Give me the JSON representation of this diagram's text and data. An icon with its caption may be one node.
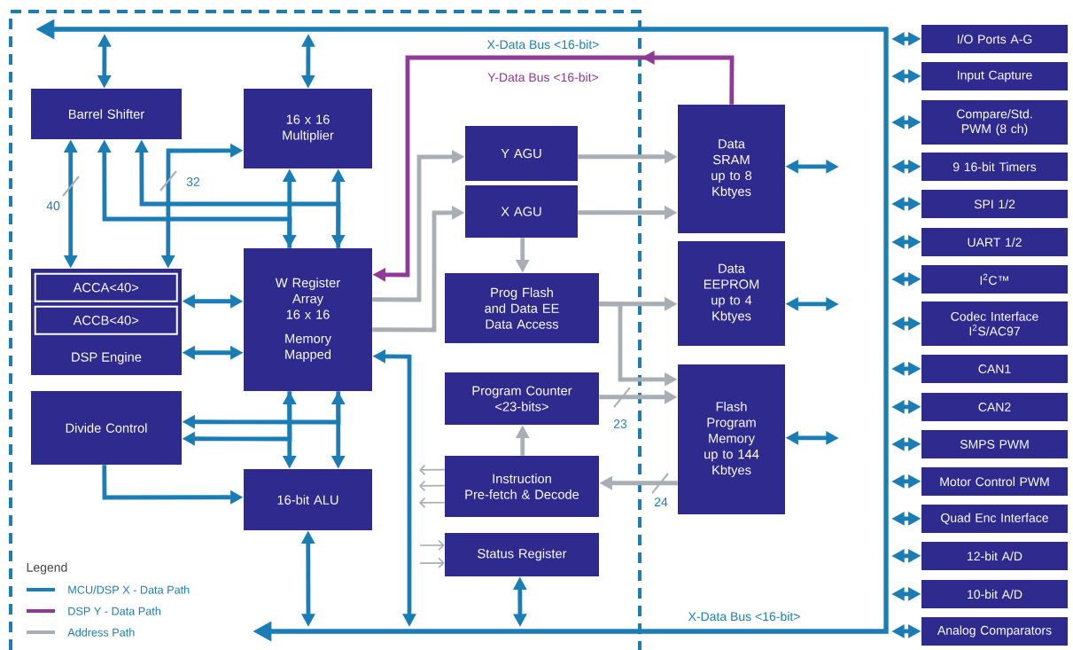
{
  "diagram": {
    "nodes": [
      {
        "text": [
          "Barrel Shifter"
        ]
      },
      {
        "text": [
          "16 x 16 Multiplier"
        ]
      },
      {
        "text": [
          "Y AGU"
        ]
      },
      {
        "text": [
          "X AGU"
        ]
      },
      {
        "text": [
          "Data SRAM up to 8 Kbtyes"
        ]
      },
      {
        "text": [
          "DSP Engine"
        ]
      },
      {
        "text": [
          "ACCA<40>"
        ],
        "in": 5
      },
      {
        "text": [
          "ACCB<40>"
        ],
        "in": 5
      },
      {
        "text": [
          "W Register Array 16 x 16",
          "Memory Mapped"
        ]
      },
      {
        "text": [
          "Prog Flash and Data EE Data Access"
        ]
      },
      {
        "text": [
          "Data EEPROM up to 4 Kbtyes"
        ]
      },
      {
        "text": [
          "Program Counter <23-bits>"
        ]
      },
      {
        "text": [
          "Divide Control"
        ]
      },
      {
        "text": [
          "Flash Program Memory up to 144 Kbtyes"
        ]
      },
      {
        "text": [
          "Instruction Pre-fetch & Decode"
        ]
      },
      {
        "text": [
          "16-bit ALU"
        ]
      },
      {
        "text": [
          "Status Register"
        ]
      },
      {
        "text": [
          "I/O Ports A-G"
        ]
      },
      {
        "text": [
          "Input Capture"
        ]
      },
      {
        "text": [
          "Compare/Std. PWM (8 ch)"
        ]
      },
      {
        "text": [
          "9 16-bit Timers"
        ]
      },
      {
        "text": [
          "SPI 1/2"
        ]
      },
      {
        "text": [
          "UART 1/2"
        ]
      },
      {
        "text": [
          "I$^{2}$C™"
        ]
      },
      {
        "text": [
          "Codec Interface I$^{2}$S/AC97"
        ]
      },
      {
        "text": [
          "CAN1"
        ]
      },
      {
        "text": [
          "CAN2"
        ]
      },
      {
        "text": [
          "SMPS PWM"
        ]
      },
      {
        "text": [
          "Motor Control PWM"
        ]
      },
      {
        "text": [
          "Quad Enc Interface"
        ]
      },
      {
        "text": [
          "12-bit A/D"
        ]
      },
      {
        "text": [
          "10-bit A/D"
        ]
      },
      {
        "text": [
          "Analog Comparators"
        ]
      }
    ],
    "edges": [
      {
        "from": null,
        "to": 0,
        "arrow": "both"
      },
      {
        "from": null,
        "to": 1,
        "arrow": "both"
      },
      {
        "from": 0,
        "to": 5,
        "arrow": "both",
        "label": "40"
      },
      {
        "from": 8,
        "to": 0,
        "arrow": "to"
      },
      {
        "from": 8,
        "to": 0,
        "arrow": "to"
      },
      {
        "from": 1,
        "to": 8,
        "arrow": "both"
      },
      {
        "from": 1,
        "to": 8,
        "arrow": "both"
      },
      {
        "from": 5,
        "to": 1,
        "arrow": "both",
        "label": "32"
      },
      {
        "from": 5,
        "to": 8,
        "arrow": "both"
      },
      {
        "from": 5,
        "to": 8,
        "arrow": "both"
      },
      {
        "from": 8,
        "to": 15,
        "arrow": "both"
      },
      {
        "from": 8,
        "to": 15,
        "arrow": "both"
      },
      {
        "from": 8,
        "to": 12,
        "arrow": "to"
      },
      {
        "from": 8,
        "to": 12,
        "arrow": "to"
      },
      {
        "from": 12,
        "to": 15,
        "arrow": "to"
      },
      {
        "from": 15,
        "to": null,
        "arrow": "both"
      },
      {
        "from": null,
        "to": 8,
        "arrow": "both"
      },
      {
        "from": 16,
        "to": null,
        "arrow": "both"
      },
      {
        "from": 8,
        "to": 2,
        "arrow": "to",
        "color": "#a9aeb4"
      },
      {
        "from": 8,
        "to": 3,
        "arrow": "to",
        "color": "#a9aeb4"
      },
      {
        "from": 2,
        "to": 4,
        "arrow": "to",
        "color": "#a9aeb4"
      },
      {
        "from": 3,
        "to": 4,
        "arrow": "to",
        "color": "#a9aeb4"
      },
      {
        "from": 3,
        "to": 9,
        "arrow": "to",
        "color": "#a9aeb4"
      },
      {
        "from": 9,
        "to": 10,
        "arrow": "to",
        "color": "#a9aeb4"
      },
      {
        "from": 9,
        "to": 13,
        "arrow": "to",
        "color": "#a9aeb4"
      },
      {
        "from": 11,
        "to": 13,
        "arrow": "to",
        "color": "#a9aeb4",
        "label": "23"
      },
      {
        "from": 13,
        "to": 14,
        "arrow": "to",
        "color": "#a9aeb4",
        "label": "24"
      },
      {
        "from": 14,
        "to": 11,
        "arrow": "to",
        "color": "#a9aeb4"
      },
      {
        "from": 14,
        "to": null,
        "arrow": "to",
        "color": "#a9aeb4"
      },
      {
        "from": 14,
        "to": null,
        "arrow": "to",
        "color": "#a9aeb4"
      },
      {
        "from": 14,
        "to": null,
        "arrow": "to",
        "color": "#a9aeb4"
      },
      {
        "from": null,
        "to": 16,
        "arrow": "to",
        "color": "#a9aeb4"
      },
      {
        "from": null,
        "to": 16,
        "arrow": "to",
        "color": "#a9aeb4"
      },
      {
        "from": 4,
        "to": 8,
        "arrow": "to",
        "color": "#8e3a96",
        "label": "Y-Data Bus <16-bit>"
      },
      {
        "from": 4,
        "to": null,
        "arrow": "both"
      },
      {
        "from": 10,
        "to": null,
        "arrow": "both"
      },
      {
        "from": 13,
        "to": null,
        "arrow": "both"
      },
      {
        "from": null,
        "to": 17,
        "arrow": "both"
      },
      {
        "from": null,
        "to": 18,
        "arrow": "both"
      },
      {
        "from": null,
        "to": 19,
        "arrow": "both"
      },
      {
        "from": null,
        "to": 20,
        "arrow": "both"
      },
      {
        "from": null,
        "to": 21,
        "arrow": "both"
      },
      {
        "from": null,
        "to": 22,
        "arrow": "both"
      },
      {
        "from": null,
        "to": 23,
        "arrow": "both"
      },
      {
        "from": null,
        "to": 24,
        "arrow": "both"
      },
      {
        "from": null,
        "to": 25,
        "arrow": "both"
      },
      {
        "from": null,
        "to": 26,
        "arrow": "both"
      },
      {
        "from": null,
        "to": 27,
        "arrow": "both"
      },
      {
        "from": null,
        "to": 28,
        "arrow": "both"
      },
      {
        "from": null,
        "to": 29,
        "arrow": "both"
      },
      {
        "from": null,
        "to": 30,
        "arrow": "both"
      },
      {
        "from": null,
        "to": 31,
        "arrow": "both"
      },
      {
        "from": null,
        "to": 32,
        "arrow": "both"
      }
    ],
    "labels": [
      "X-Data Bus <16-bit>",
      "X-Data Bus <16-bit>",
      "Legend"
    ],
    "legend": [
      {
        "text": "MCU/DSP X - Data Path"
      },
      {
        "text": "DSP Y - Data Path"
      },
      {
        "text": "Address Path"
      }
    ]
  }
}
